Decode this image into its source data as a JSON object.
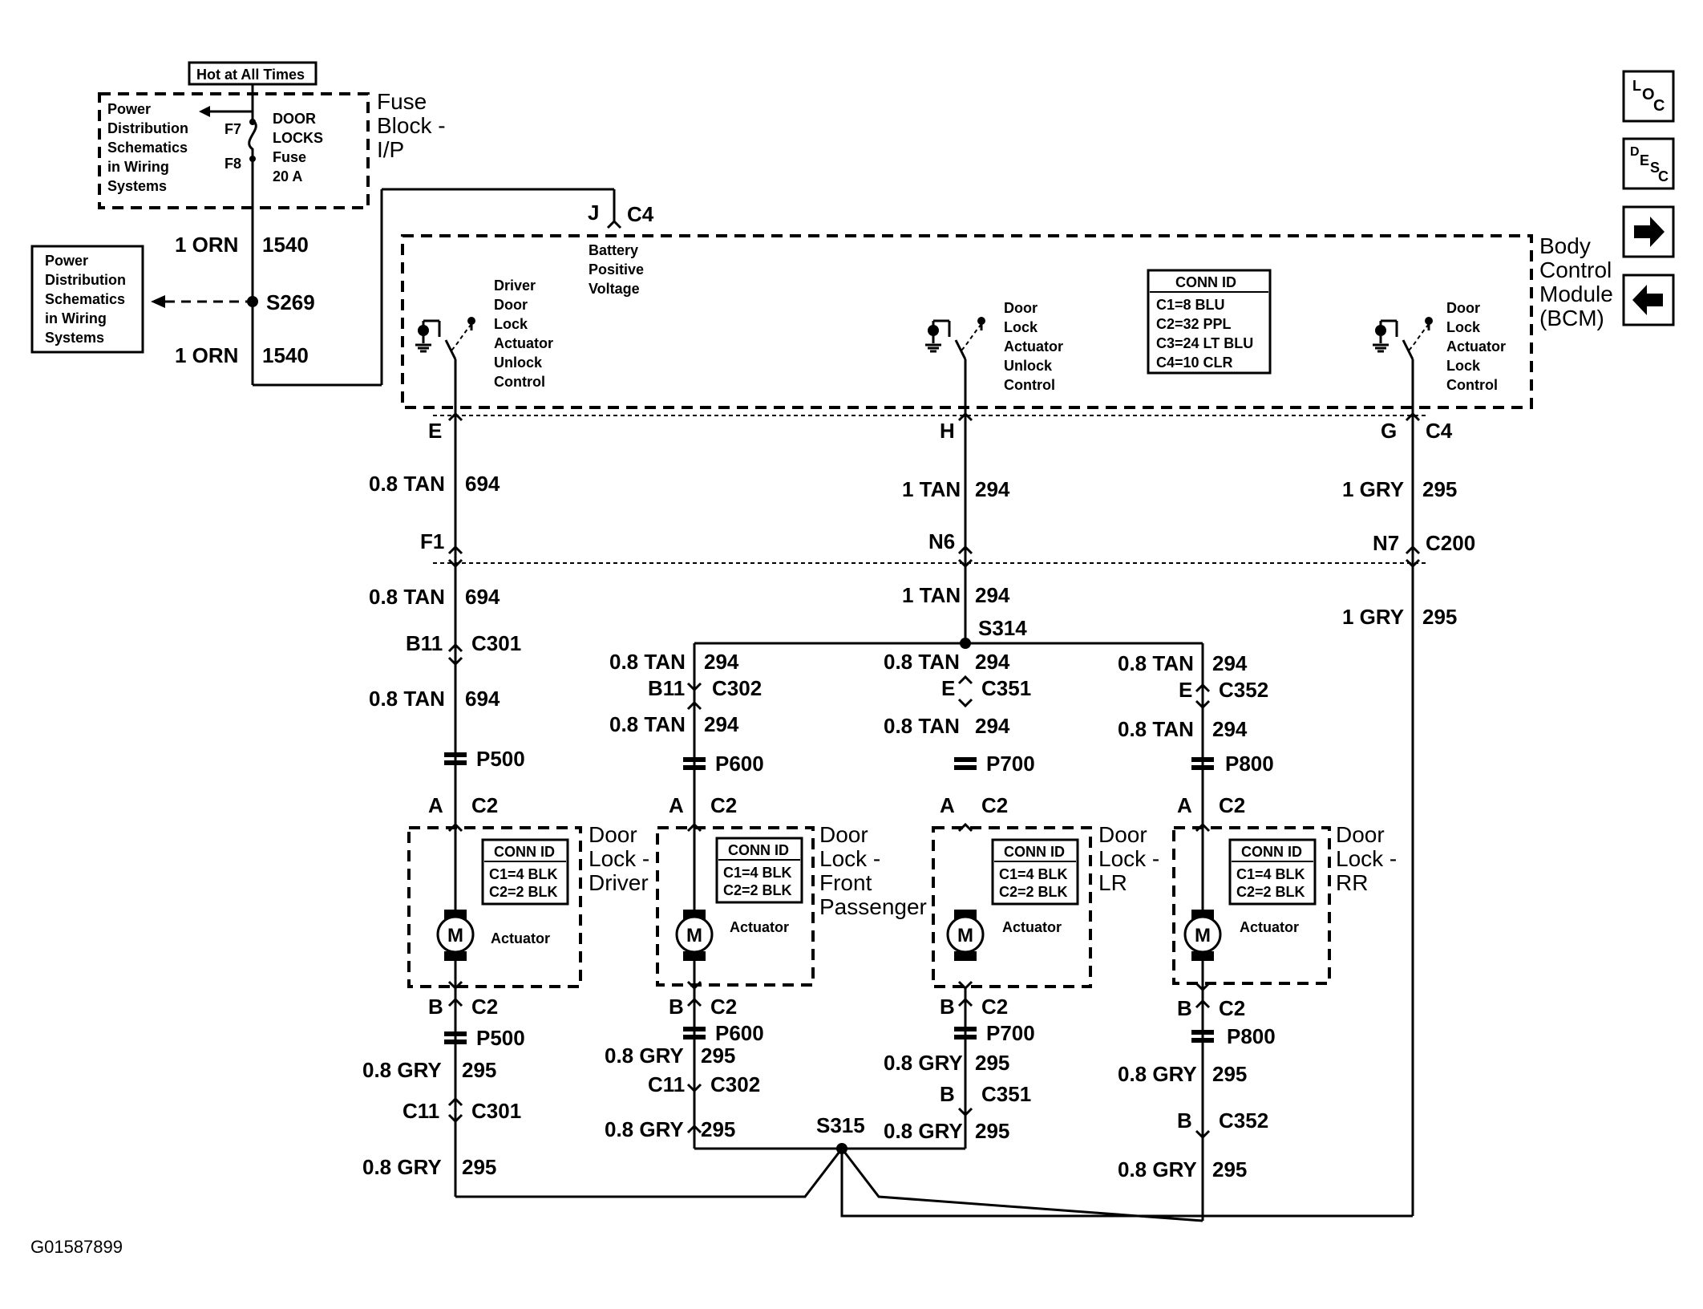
{
  "nav": {
    "loc": {
      "a": "L",
      "b": "O",
      "c": "C"
    },
    "desc": {
      "a": "D",
      "b": "E",
      "c": "S",
      "d": "C"
    },
    "next_icon": "arrow-right-icon",
    "prev_icon": "arrow-left-icon"
  },
  "fuse": {
    "hot_label": "Hot at All Times",
    "pds_left": [
      "Power",
      "Distribution",
      "Schematics",
      "in Wiring",
      "Systems"
    ],
    "f7": "F7",
    "f8": "F8",
    "fuse_text": [
      "DOOR",
      "LOCKS",
      "Fuse",
      "20 A"
    ],
    "block_title": [
      "Fuse",
      "Block -",
      "I/P"
    ]
  },
  "feed": {
    "w1_left": "1 ORN",
    "w1_right": "1540",
    "splice": "S269",
    "w2_left": "1 ORN",
    "w2_right": "1540",
    "pds_box": [
      "Power",
      "Distribution",
      "Schematics",
      "in Wiring",
      "Systems"
    ]
  },
  "bcm": {
    "pin_j": "J",
    "conn_c4": "C4",
    "battery": [
      "Battery",
      "Positive",
      "Voltage"
    ],
    "sw1": [
      "Driver",
      "Door",
      "Lock",
      "Actuator",
      "Unlock",
      "Control"
    ],
    "sw2": [
      "Door",
      "Lock",
      "Actuator",
      "Unlock",
      "Control"
    ],
    "sw3": [
      "Door",
      "Lock",
      "Actuator",
      "Lock",
      "Control"
    ],
    "connid_title": "CONN ID",
    "connid": [
      "C1=8 BLU",
      "C2=32 PPL",
      "C3=24 LT BLU",
      "C4=10 CLR"
    ],
    "title": [
      "Body",
      "Control",
      "Module",
      "(BCM)"
    ],
    "pin_e": "E",
    "pin_h": "H",
    "pin_g": "G",
    "conn_g": "C4"
  },
  "upper": {
    "a_gauge": "0.8 TAN",
    "a_circ": "694",
    "b_gauge": "1 TAN",
    "b_circ": "294",
    "c_gauge": "1 GRY",
    "c_circ": "295",
    "f1": "F1",
    "n6": "N6",
    "n7": "N7",
    "c200": "C200",
    "a2_gauge": "0.8 TAN",
    "a2_circ": "694",
    "b2_gauge": "1 TAN",
    "b2_circ": "294",
    "c2_gauge": "1 GRY",
    "c2_circ": "295",
    "s314": "S314",
    "b11": "B11",
    "c301": "C301",
    "a3_gauge": "0.8 TAN",
    "a3_circ": "694"
  },
  "branches": [
    {
      "top_gauge": "0.8 TAN",
      "top_circ": "294",
      "pin": "B11",
      "conn": "C302",
      "bot_gauge": "0.8 TAN",
      "bot_circ": "294"
    },
    {
      "top_gauge": "0.8 TAN",
      "top_circ": "294",
      "pin": "E",
      "conn": "C351",
      "bot_gauge": "0.8 TAN",
      "bot_circ": "294"
    },
    {
      "top_gauge": "0.8 TAN",
      "top_circ": "294",
      "pin": "E",
      "conn": "C352",
      "bot_gauge": "0.8 TAN",
      "bot_circ": "294"
    }
  ],
  "doors": [
    {
      "p_top": "P500",
      "pin_a": "A",
      "conn_a": "C2",
      "title": [
        "Door",
        "Lock -",
        "Driver"
      ],
      "connid_title": "CONN ID",
      "connid": [
        "C1=4 BLK",
        "C2=2 BLK"
      ],
      "motor": "M",
      "actuator": "Actuator",
      "pin_b": "B",
      "conn_b": "C2",
      "p_bot": "P500"
    },
    {
      "p_top": "P600",
      "pin_a": "A",
      "conn_a": "C2",
      "title": [
        "Door",
        "Lock -",
        "Front",
        "Passenger"
      ],
      "connid_title": "CONN ID",
      "connid": [
        "C1=4 BLK",
        "C2=2 BLK"
      ],
      "motor": "M",
      "actuator": "Actuator",
      "pin_b": "B",
      "conn_b": "C2",
      "p_bot": "P600"
    },
    {
      "p_top": "P700",
      "pin_a": "A",
      "conn_a": "C2",
      "title": [
        "Door",
        "Lock -",
        "LR"
      ],
      "connid_title": "CONN ID",
      "connid": [
        "C1=4 BLK",
        "C2=2 BLK"
      ],
      "motor": "M",
      "actuator": "Actuator",
      "pin_b": "B",
      "conn_b": "C2",
      "p_bot": "P700"
    },
    {
      "p_top": "P800",
      "pin_a": "A",
      "conn_a": "C2",
      "title": [
        "Door",
        "Lock -",
        "RR"
      ],
      "connid_title": "CONN ID",
      "connid": [
        "C1=4 BLK",
        "C2=2 BLK"
      ],
      "motor": "M",
      "actuator": "Actuator",
      "pin_b": "B",
      "conn_b": "C2",
      "p_bot": "P800"
    }
  ],
  "lower": {
    "d1_g1": "0.8 GRY",
    "d1_c1": "295",
    "d1_pin": "C11",
    "d1_conn": "C301",
    "d1_g2": "0.8 GRY",
    "d1_c2": "295",
    "d2_g1": "0.8 GRY",
    "d2_c1": "295",
    "d2_pin": "C11",
    "d2_conn": "C302",
    "d2_g2": "0.8 GRY",
    "d2_c2": "295",
    "d3_g1": "0.8 GRY",
    "d3_c1": "295",
    "d3_pin": "B",
    "d3_conn": "C351",
    "d3_g2": "0.8 GRY",
    "d3_c2": "295",
    "d4_g1": "0.8 GRY",
    "d4_c1": "295",
    "d4_pin": "B",
    "d4_conn": "C352",
    "d4_g2": "0.8 GRY",
    "d4_c2": "295",
    "s315": "S315"
  },
  "footer": {
    "figure_id": "G01587899"
  }
}
